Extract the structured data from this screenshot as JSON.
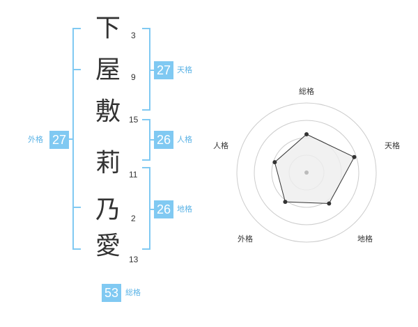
{
  "name_chars": [
    {
      "char": "下",
      "strokes": "3"
    },
    {
      "char": "屋",
      "strokes": "9"
    },
    {
      "char": "敷",
      "strokes": "15"
    },
    {
      "char": "莉",
      "strokes": "11"
    },
    {
      "char": "乃",
      "strokes": "2"
    },
    {
      "char": "愛",
      "strokes": "13"
    }
  ],
  "fortunes": {
    "tenkaku": {
      "value": "27",
      "label": "天格"
    },
    "jinkaku": {
      "value": "26",
      "label": "人格"
    },
    "chikaku": {
      "value": "26",
      "label": "地格"
    },
    "gaikaku": {
      "value": "27",
      "label": "外格"
    },
    "soukaku": {
      "value": "53",
      "label": "総格"
    }
  },
  "radar": {
    "axes": [
      "総格",
      "天格",
      "地格",
      "外格",
      "人格"
    ],
    "values": [
      0.55,
      0.72,
      0.55,
      0.52,
      0.48
    ],
    "colors": {
      "grid": "#cccccc",
      "fill": "#eeeeee",
      "line": "#333333",
      "center": "#bbbbbb",
      "accent": "#80c9f2"
    }
  }
}
